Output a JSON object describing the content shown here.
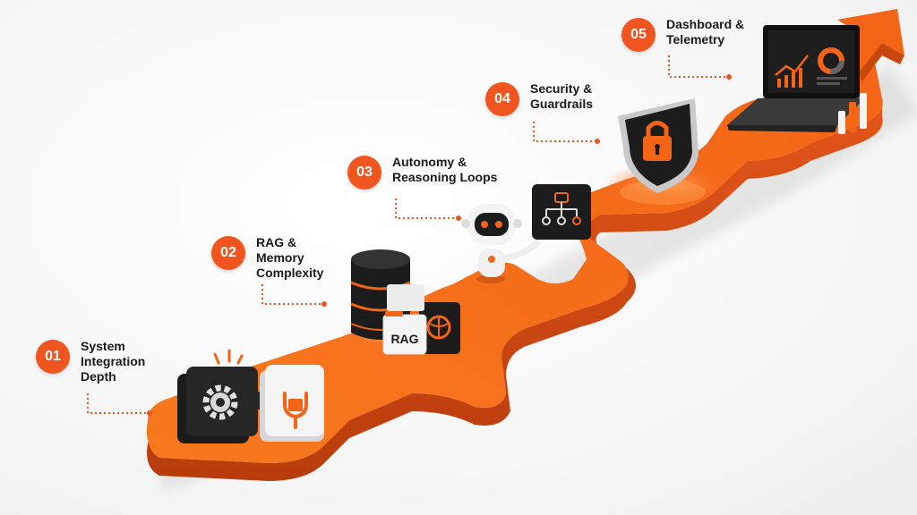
{
  "steps": [
    {
      "number": "01",
      "title": "System\nIntegration\nDepth",
      "icon": "puzzle-gear-icon"
    },
    {
      "number": "02",
      "title": "RAG &\nMemory\nComplexity",
      "icon": "database-icon"
    },
    {
      "number": "03",
      "title": "Autonomy &\nReasoning Loops",
      "icon": "robot-icon"
    },
    {
      "number": "04",
      "title": "Security &\nGuardrails",
      "icon": "shield-lock-icon"
    },
    {
      "number": "05",
      "title": "Dashboard &\nTelemetry",
      "icon": "laptop-dashboard-icon"
    }
  ],
  "rag_card_label": "RAG",
  "colors": {
    "accent": "#f0551f",
    "path": "#f26a1b",
    "path_side": "#d9480f",
    "dark_object": "#1c1c1c",
    "text": "#1a1a1a"
  }
}
